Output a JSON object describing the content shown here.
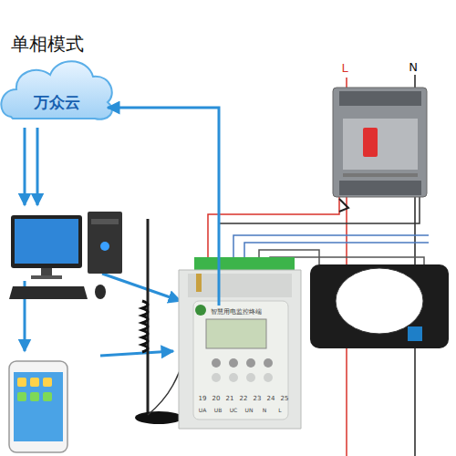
{
  "diagram": {
    "title": "单相模式",
    "nodes": [
      {
        "text": [
          "万众云"
        ]
      },
      {
        "text": [
          "智慧用电监控终端"
        ]
      }
    ],
    "edges": [
      {
        "from": 1,
        "to": 0,
        "arrow": "to"
      }
    ],
    "labels": [
      "L",
      "N",
      "19",
      "20",
      "21",
      "22",
      "23",
      "24",
      "25",
      "UA",
      "UB",
      "UC",
      "UN",
      "N",
      "L"
    ]
  }
}
